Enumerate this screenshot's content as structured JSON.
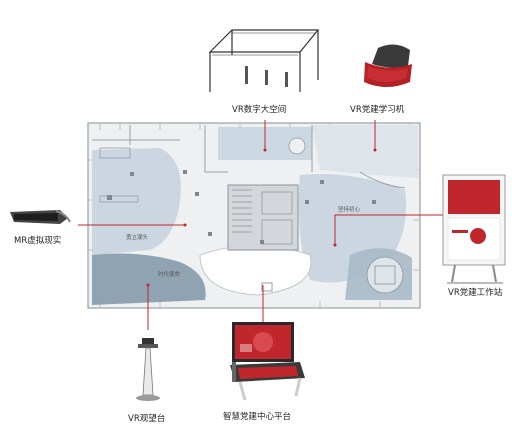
{
  "devices": {
    "vr_space": "VR数字大空间",
    "vr_learning": "VR党建学习机",
    "mr": "MR虚拟现实",
    "vr_workstation": "VR党建工作站",
    "vr_tower": "VR观望台",
    "smart_platform": "智慧党建中心平台"
  },
  "zones": {
    "zone_a": "勇立潮头",
    "zone_b": "时代使命",
    "zone_c": "坚持初心"
  },
  "colors": {
    "wall": "#b8bcc2",
    "floor": "#eef0f2",
    "zone_light": "#c6d3de",
    "zone_dark": "#7f95a8",
    "zone_mid": "#a7b9c8",
    "line": "#c0272d",
    "screen_red": "#c0272d",
    "headset_red": "#b32025"
  },
  "icons": {
    "headset": "vr-headset-icon",
    "mr": "mr-glasses-icon",
    "truss": "truss-frame-icon",
    "kiosk": "kiosk-screen-icon",
    "tower": "viewing-tower-icon",
    "desk": "smart-table-icon"
  }
}
